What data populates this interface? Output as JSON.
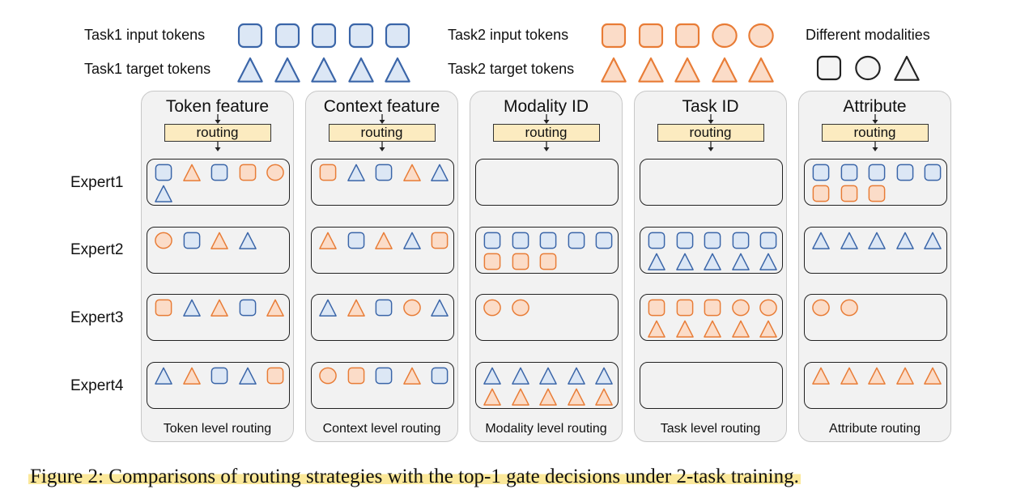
{
  "legend": {
    "task1_input": "Task1 input tokens",
    "task1_target": "Task1 target tokens",
    "task2_input": "Task2 input tokens",
    "task2_target": "Task2 target tokens",
    "modalities": "Different modalities",
    "task1_input_shapes": [
      "square",
      "square",
      "square",
      "square",
      "square"
    ],
    "task1_target_shapes": [
      "triangle",
      "triangle",
      "triangle",
      "triangle",
      "triangle"
    ],
    "task2_input_shapes": [
      "square",
      "square",
      "square",
      "circle",
      "circle"
    ],
    "task2_target_shapes": [
      "triangle",
      "triangle",
      "triangle",
      "triangle",
      "triangle"
    ],
    "modality_shapes": [
      "square",
      "circle",
      "triangle"
    ]
  },
  "colors": {
    "blue_fill": "#dce7f5",
    "blue_stroke": "#3a65a8",
    "orange_fill": "#fbdcc8",
    "orange_stroke": "#e87c36",
    "neutral_fill": "#f2f2f2",
    "neutral_stroke": "#222222",
    "routing_fill": "#fcebc0",
    "highlight": "#fbe89a"
  },
  "routing_label": "routing",
  "experts": [
    "Expert1",
    "Expert2",
    "Expert3",
    "Expert4"
  ],
  "columns": [
    {
      "title": "Token feature",
      "footer": "Token level routing",
      "buckets": [
        [
          [
            "blue",
            "square"
          ],
          [
            "orange",
            "triangle"
          ],
          [
            "blue",
            "square"
          ],
          [
            "orange",
            "square"
          ],
          [
            "orange",
            "circle"
          ],
          [
            "blue",
            "triangle"
          ]
        ],
        [
          [
            "orange",
            "circle"
          ],
          [
            "blue",
            "square"
          ],
          [
            "orange",
            "triangle"
          ],
          [
            "blue",
            "triangle"
          ]
        ],
        [
          [
            "orange",
            "square"
          ],
          [
            "blue",
            "triangle"
          ],
          [
            "orange",
            "triangle"
          ],
          [
            "blue",
            "square"
          ],
          [
            "orange",
            "triangle"
          ]
        ],
        [
          [
            "blue",
            "triangle"
          ],
          [
            "orange",
            "triangle"
          ],
          [
            "blue",
            "square"
          ],
          [
            "blue",
            "triangle"
          ],
          [
            "orange",
            "square"
          ]
        ]
      ]
    },
    {
      "title": "Context feature",
      "footer": "Context level routing",
      "buckets": [
        [
          [
            "orange",
            "square"
          ],
          [
            "blue",
            "triangle"
          ],
          [
            "blue",
            "square"
          ],
          [
            "orange",
            "triangle"
          ],
          [
            "blue",
            "triangle"
          ]
        ],
        [
          [
            "orange",
            "triangle"
          ],
          [
            "blue",
            "square"
          ],
          [
            "orange",
            "triangle"
          ],
          [
            "blue",
            "triangle"
          ],
          [
            "orange",
            "square"
          ]
        ],
        [
          [
            "blue",
            "triangle"
          ],
          [
            "orange",
            "triangle"
          ],
          [
            "blue",
            "square"
          ],
          [
            "orange",
            "circle"
          ],
          [
            "blue",
            "triangle"
          ]
        ],
        [
          [
            "orange",
            "circle"
          ],
          [
            "orange",
            "square"
          ],
          [
            "blue",
            "square"
          ],
          [
            "orange",
            "triangle"
          ],
          [
            "blue",
            "square"
          ]
        ]
      ]
    },
    {
      "title": "Modality ID",
      "footer": "Modality level routing",
      "buckets": [
        [],
        [
          [
            "blue",
            "square"
          ],
          [
            "blue",
            "square"
          ],
          [
            "blue",
            "square"
          ],
          [
            "blue",
            "square"
          ],
          [
            "blue",
            "square"
          ],
          [
            "orange",
            "square"
          ],
          [
            "orange",
            "square"
          ],
          [
            "orange",
            "square"
          ]
        ],
        [
          [
            "orange",
            "circle"
          ],
          [
            "orange",
            "circle"
          ]
        ],
        [
          [
            "blue",
            "triangle"
          ],
          [
            "blue",
            "triangle"
          ],
          [
            "blue",
            "triangle"
          ],
          [
            "blue",
            "triangle"
          ],
          [
            "blue",
            "triangle"
          ],
          [
            "orange",
            "triangle"
          ],
          [
            "orange",
            "triangle"
          ],
          [
            "orange",
            "triangle"
          ],
          [
            "orange",
            "triangle"
          ],
          [
            "orange",
            "triangle"
          ]
        ]
      ]
    },
    {
      "title": "Task ID",
      "footer": "Task level routing",
      "buckets": [
        [],
        [
          [
            "blue",
            "square"
          ],
          [
            "blue",
            "square"
          ],
          [
            "blue",
            "square"
          ],
          [
            "blue",
            "square"
          ],
          [
            "blue",
            "square"
          ],
          [
            "blue",
            "triangle"
          ],
          [
            "blue",
            "triangle"
          ],
          [
            "blue",
            "triangle"
          ],
          [
            "blue",
            "triangle"
          ],
          [
            "blue",
            "triangle"
          ]
        ],
        [
          [
            "orange",
            "square"
          ],
          [
            "orange",
            "square"
          ],
          [
            "orange",
            "square"
          ],
          [
            "orange",
            "circle"
          ],
          [
            "orange",
            "circle"
          ],
          [
            "orange",
            "triangle"
          ],
          [
            "orange",
            "triangle"
          ],
          [
            "orange",
            "triangle"
          ],
          [
            "orange",
            "triangle"
          ],
          [
            "orange",
            "triangle"
          ]
        ],
        []
      ]
    },
    {
      "title": "Attribute",
      "footer": "Attribute routing",
      "buckets": [
        [
          [
            "blue",
            "square"
          ],
          [
            "blue",
            "square"
          ],
          [
            "blue",
            "square"
          ],
          [
            "blue",
            "square"
          ],
          [
            "blue",
            "square"
          ],
          [
            "orange",
            "square"
          ],
          [
            "orange",
            "square"
          ],
          [
            "orange",
            "square"
          ]
        ],
        [
          [
            "blue",
            "triangle"
          ],
          [
            "blue",
            "triangle"
          ],
          [
            "blue",
            "triangle"
          ],
          [
            "blue",
            "triangle"
          ],
          [
            "blue",
            "triangle"
          ]
        ],
        [
          [
            "orange",
            "circle"
          ],
          [
            "orange",
            "circle"
          ]
        ],
        [
          [
            "orange",
            "triangle"
          ],
          [
            "orange",
            "triangle"
          ],
          [
            "orange",
            "triangle"
          ],
          [
            "orange",
            "triangle"
          ],
          [
            "orange",
            "triangle"
          ]
        ]
      ]
    }
  ],
  "caption": "Figure 2: Comparisons of routing strategies with the top-1 gate decisions under 2-task training."
}
